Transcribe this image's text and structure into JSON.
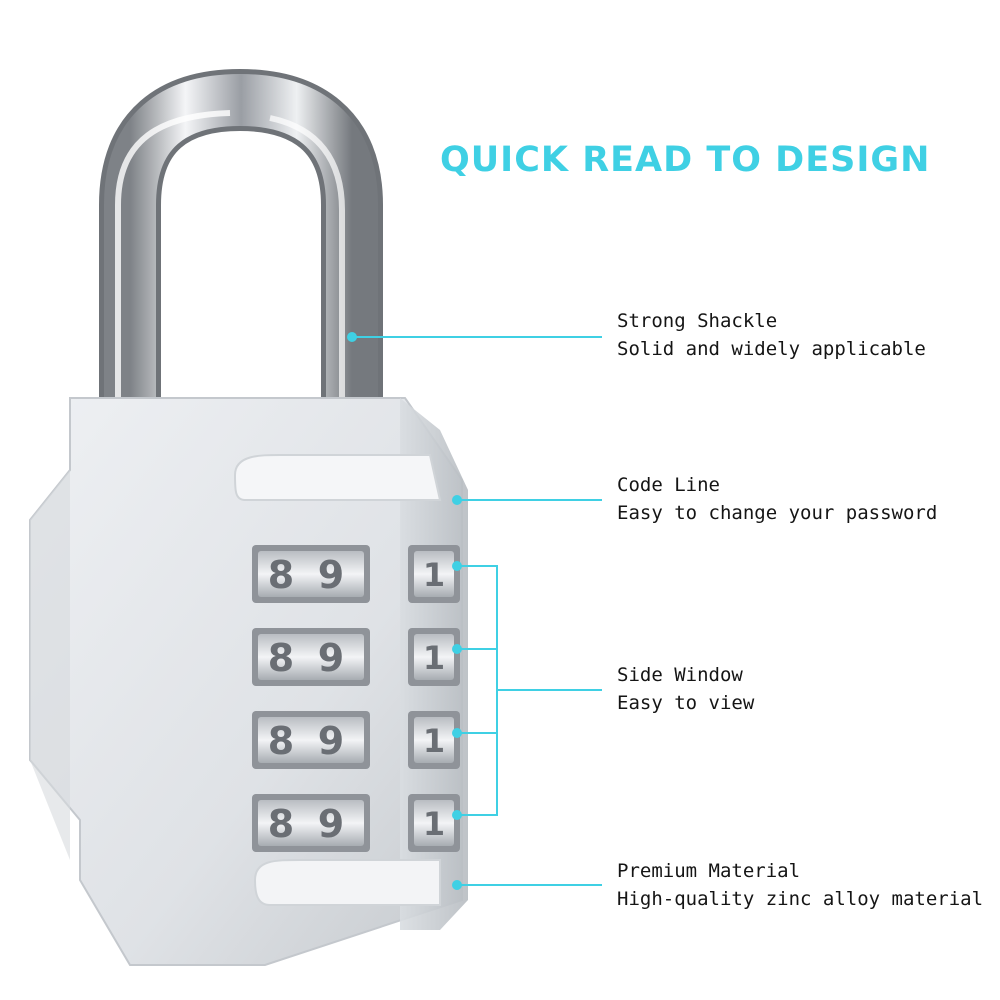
{
  "headline": "QUICK READ TO DESIGN",
  "callouts": [
    {
      "title": "Strong Shackle",
      "desc": "Solid and widely applicable"
    },
    {
      "title": "Code Line",
      "desc": "Easy to change your password"
    },
    {
      "title": "Side Window",
      "desc": "Easy to view"
    },
    {
      "title": "Premium Material",
      "desc": "High-quality zinc alloy material"
    }
  ],
  "lock": {
    "front_digits": [
      "8",
      "9"
    ],
    "side_digit": "1",
    "wheel_count": 4
  },
  "colors": {
    "accent": "#3fd0e4",
    "text": "#151515",
    "lock_body": "#e3e6ea",
    "shackle": "#c9ccd1"
  }
}
